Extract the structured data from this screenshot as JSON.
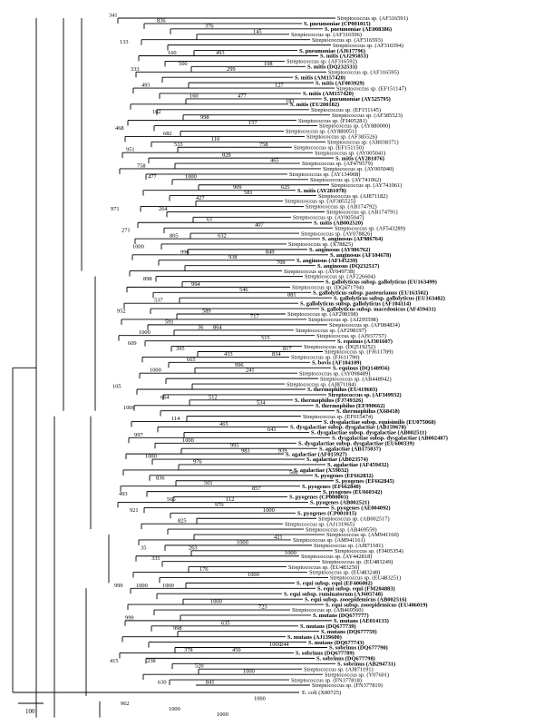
{
  "figure": {
    "scale_label": "100",
    "leaves": [
      {
        "label": "Streptococcus sp. (AF316591)",
        "bold": false
      },
      {
        "label": "S. pneumoniae (CP001015)",
        "bold": true
      },
      {
        "label": "S. pneumoniae (AE008386)",
        "bold": true
      },
      {
        "label": "Streptococcus sp. (AF316596)",
        "bold": false
      },
      {
        "label": "Streptococcus sp. (AF316593)",
        "bold": false
      },
      {
        "label": "Streptococcus sp. (AF316594)",
        "bold": false
      },
      {
        "label": "S. pneumoniae (AJ617796)",
        "bold": true
      },
      {
        "label": "S. mitis (AJ295853)",
        "bold": true
      },
      {
        "label": "Streptococcus sp. (AF316592)",
        "bold": false
      },
      {
        "label": "S. mitis (DQ232533)",
        "bold": true
      },
      {
        "label": "Streptococcus sp. (AF316595)",
        "bold": false
      },
      {
        "label": "S. mitis (AM157420)",
        "bold": true
      },
      {
        "label": "S. mitis (AF003929)",
        "bold": true
      },
      {
        "label": "Streptococcus sp. (EF151147)",
        "bold": false
      },
      {
        "label": "S. mitis (AM157420)",
        "bold": true
      },
      {
        "label": "S. pneumoniae (AY525795)",
        "bold": true
      },
      {
        "label": "S. mitis (EU200182)",
        "bold": true
      },
      {
        "label": "Streptococcus sp. (EF151145)",
        "bold": false
      },
      {
        "label": "Streptococcus sp. (AF385523)",
        "bold": false
      },
      {
        "label": "Streptococcus sp. (FJ405281)",
        "bold": false
      },
      {
        "label": "Streptococcus sp. (AY880000)",
        "bold": false
      },
      {
        "label": "Streptococcus sp. (AY880051)",
        "bold": false
      },
      {
        "label": "Streptococcus sp. (AF385526)",
        "bold": false
      },
      {
        "label": "Streptococcus sp. (AB038371)",
        "bold": false
      },
      {
        "label": "Streptococcus sp. (EF151150)",
        "bold": false
      },
      {
        "label": "Streptococcus sp. (AY005041)",
        "bold": false
      },
      {
        "label": "S. mitis (AY281076)",
        "bold": true
      },
      {
        "label": "Streptococcus sp. (AF479579)",
        "bold": false
      },
      {
        "label": "Streptococcus sp. (AY005040)",
        "bold": false
      },
      {
        "label": "Streptococcus sp. (AY134908)",
        "bold": false
      },
      {
        "label": "Streptococcus sp. (AY741062)",
        "bold": false
      },
      {
        "label": "Streptococcus sp. (AY741061)",
        "bold": false
      },
      {
        "label": "S. mitis (AY281078)",
        "bold": true
      },
      {
        "label": "Streptococcus sp. (AJ871182)",
        "bold": false
      },
      {
        "label": "Streptococcus sp. (AF385525)",
        "bold": false
      },
      {
        "label": "Streptococcus sp. (AB174792)",
        "bold": false
      },
      {
        "label": "Streptococcus sp. (AB174791)",
        "bold": false
      },
      {
        "label": "Streptococcus sp. (AY005047)",
        "bold": false
      },
      {
        "label": "S. mitis (AB002520)",
        "bold": true
      },
      {
        "label": "Streptococcus sp. (AF543289)",
        "bold": false
      },
      {
        "label": "Streptococcus sp. (AY078826)",
        "bold": false
      },
      {
        "label": "S. anginosus (AF986764)",
        "bold": true
      },
      {
        "label": "Streptococcus sp. (X78825)",
        "bold": false
      },
      {
        "label": "S. anginosus (AY986762)",
        "bold": true
      },
      {
        "label": "S. anginosus (AF104678)",
        "bold": true
      },
      {
        "label": "S. anginosus (AF145239)",
        "bold": true
      },
      {
        "label": "S. anginosus (DQ232517)",
        "bold": true
      },
      {
        "label": "Streptococcus sp. (AY049738)",
        "bold": false
      },
      {
        "label": "Streptococcus sp. (AF226604)",
        "bold": false
      },
      {
        "label": "S. gallolyticus subsp. gallolyticus (EU163499)",
        "bold": true
      },
      {
        "label": "Streptococcus sp. (DQ471794)",
        "bold": false
      },
      {
        "label": "S. gallolyticus subsp. pasteurianus (EU163502)",
        "bold": true
      },
      {
        "label": "S. gallolyticus subsp. gallolyticus (EU163482)",
        "bold": true
      },
      {
        "label": "S. gallolyticus subsp. gallolyticus (AF104114)",
        "bold": true
      },
      {
        "label": "S. gallolyticus subsp. macedonicus (AF459431)",
        "bold": true
      },
      {
        "label": "Streptococcus sp. (AF298198)",
        "bold": false
      },
      {
        "label": "Streptococcus sp. (AJ295598)",
        "bold": false
      },
      {
        "label": "Streptococcus sp. (AF084834)",
        "bold": false
      },
      {
        "label": "Streptococcus sp. (AF298197)",
        "bold": false
      },
      {
        "label": "Streptococcus sp. (AJ937757)",
        "bold": false
      },
      {
        "label": "S. equinus (AJ301607)",
        "bold": true
      },
      {
        "label": "Streptococcus sp. (DQ519252)",
        "bold": false
      },
      {
        "label": "Streptococcus sp. (FJ611789)",
        "bold": false
      },
      {
        "label": "Streptococcus sp. (FJ611790)",
        "bold": false
      },
      {
        "label": "S. bovis (AF104109)",
        "bold": true
      },
      {
        "label": "S. equinus (DQ148956)",
        "bold": true
      },
      {
        "label": "Streptococcus sp. (AY098489)",
        "bold": false
      },
      {
        "label": "Streptococcus sp. (AB448942)",
        "bold": false
      },
      {
        "label": "Streptococcus sp. (AJ871184)",
        "bold": false
      },
      {
        "label": "S. thermophilus (EU419603)",
        "bold": true
      },
      {
        "label": "Streptococcus sp. (AF349932)",
        "bold": true
      },
      {
        "label": "S. thermophilus (FJ749326)",
        "bold": true
      },
      {
        "label": "S. thermophilus (EF990662)",
        "bold": true
      },
      {
        "label": "S. thermophilus (X68418)",
        "bold": true
      },
      {
        "label": "Streptococcus sp. (EF015474)",
        "bold": false
      },
      {
        "label": "S. dysgalactiae subsp. equisimilis (EU075068)",
        "bold": true
      },
      {
        "label": "S. dysgalactiae subsp. dysgalactiae (AB159678)",
        "bold": true
      },
      {
        "label": "S. dysgalactiae subsp. dysgalactiae (AB002511)",
        "bold": true
      },
      {
        "label": "S. dysgalactiae subsp. dysgalactiae (AB002487)",
        "bold": true
      },
      {
        "label": "S. dysgalactiae subsp. dysgalactiae (EU600339)",
        "bold": true
      },
      {
        "label": "S. agalactiae (AB175037)",
        "bold": true
      },
      {
        "label": "S. agalactiae (AF015927)",
        "bold": true
      },
      {
        "label": "S. agalactiae (AB023574)",
        "bold": true
      },
      {
        "label": "S. agalactiae (AF459432)",
        "bold": true
      },
      {
        "label": "S. agalactiae (X59032)",
        "bold": true
      },
      {
        "label": "S. pyogenes (EF662832)",
        "bold": true
      },
      {
        "label": "S. pyogenes (EF662845)",
        "bold": true
      },
      {
        "label": "S. pyogenes (EF662840)",
        "bold": true
      },
      {
        "label": "S. pyogenes (EU660342)",
        "bold": true
      },
      {
        "label": "S. pyogenes (CP000003)",
        "bold": true
      },
      {
        "label": "S. pyogenes (AB002521)",
        "bold": true
      },
      {
        "label": "S. pyogenes (AE004092)",
        "bold": true
      },
      {
        "label": "S. pyogenes (CP001015)",
        "bold": true
      },
      {
        "label": "Streptococcus sp. (AB002517)",
        "bold": false
      },
      {
        "label": "Streptococcus sp. (AJ131965)",
        "bold": false
      },
      {
        "label": "Streptococcus sp. (AB469559)",
        "bold": false
      },
      {
        "label": "Streptococcus sp. (AM941160)",
        "bold": false
      },
      {
        "label": "Streptococcus sp. (AM941161)",
        "bold": false
      },
      {
        "label": "Streptococcus sp. (AJ871181)",
        "bold": false
      },
      {
        "label": "Streptococcus sp. (FJ405354)",
        "bold": false
      },
      {
        "label": "Streptococcus sp. (AY442818)",
        "bold": false
      },
      {
        "label": "Streptococcus sp. (EU483249)",
        "bold": false
      },
      {
        "label": "Streptococcus sp. (EU483250)",
        "bold": false
      },
      {
        "label": "Streptococcus sp. (EU483248)",
        "bold": false
      },
      {
        "label": "Streptococcus sp. (EU483251)",
        "bold": false
      },
      {
        "label": "S. equi subsp. equi (EF406002)",
        "bold": true
      },
      {
        "label": "S. equi subsp. equi (FM204883)",
        "bold": true
      },
      {
        "label": "S. equi subsp. ruminatorum (AJ605748)",
        "bold": true
      },
      {
        "label": "S. equi subsp. zooepidemicus (AB002516)",
        "bold": true
      },
      {
        "label": "S. equi subsp. zooepidemicus (EU406019)",
        "bold": true
      },
      {
        "label": "Streptococcus sp. (AB469560)",
        "bold": false
      },
      {
        "label": "S. mutans (DQ677777)",
        "bold": true
      },
      {
        "label": "S. mutans (AE014133)",
        "bold": true
      },
      {
        "label": "S. mutans (DQ677739)",
        "bold": true
      },
      {
        "label": "S. mutans (DQ677759)",
        "bold": true
      },
      {
        "label": "S. mutans (AJ139600)",
        "bold": true
      },
      {
        "label": "S. mutans (DQ677743)",
        "bold": true
      },
      {
        "label": "S. sobrinus (DQ677790)",
        "bold": true
      },
      {
        "label": "S. sobrinus (DQ677789)",
        "bold": true
      },
      {
        "label": "S. sobrinus (DQ677798)",
        "bold": true
      },
      {
        "label": "S. sobrinus (AB294731)",
        "bold": true
      },
      {
        "label": "Streptococcus sp. (AJ871191)",
        "bold": false
      },
      {
        "label": "Streptococcus sp. (Y07601)",
        "bold": false
      },
      {
        "label": "Streptococcus sp. (FN377818)",
        "bold": false
      },
      {
        "label": "Streptococcus sp. (FN377819)",
        "bold": false
      }
    ],
    "outgroup": "E. coli (X80725)",
    "bootstrap": [
      {
        "label": "341",
        "leaf": 0
      },
      {
        "label": "836",
        "leaf": 1
      },
      {
        "label": "376",
        "leaf": 2
      },
      {
        "label": "145",
        "leaf": 3
      },
      {
        "label": "133",
        "leaf": 5
      },
      {
        "label": "160",
        "leaf": 7
      },
      {
        "label": "493",
        "leaf": 7
      },
      {
        "label": "108",
        "leaf": 9
      },
      {
        "label": "333",
        "leaf": 10
      },
      {
        "label": "500",
        "leaf": 9
      },
      {
        "label": "299",
        "leaf": 10
      },
      {
        "label": "127",
        "leaf": 13
      },
      {
        "label": "493",
        "leaf": 13
      },
      {
        "label": "160",
        "leaf": 15
      },
      {
        "label": "477",
        "leaf": 15
      },
      {
        "label": "183",
        "leaf": 16
      },
      {
        "label": "162",
        "leaf": 18
      },
      {
        "label": "998",
        "leaf": 19
      },
      {
        "label": "157",
        "leaf": 20
      },
      {
        "label": "468",
        "leaf": 21
      },
      {
        "label": "682",
        "leaf": 22
      },
      {
        "label": "110",
        "leaf": 23
      },
      {
        "label": "758",
        "leaf": 24
      },
      {
        "label": "951",
        "leaf": 25
      },
      {
        "label": "533",
        "leaf": 24
      },
      {
        "label": "828",
        "leaf": 26
      },
      {
        "label": "465",
        "leaf": 27
      },
      {
        "label": "758",
        "leaf": 28
      },
      {
        "label": "1000",
        "leaf": 30
      },
      {
        "label": "909",
        "leaf": 32
      },
      {
        "label": "625",
        "leaf": 32
      },
      {
        "label": "477",
        "leaf": 30
      },
      {
        "label": "427",
        "leaf": 34
      },
      {
        "label": "581",
        "leaf": 33
      },
      {
        "label": "971",
        "leaf": 36
      },
      {
        "label": "264",
        "leaf": 36
      },
      {
        "label": "61",
        "leaf": 38
      },
      {
        "label": "407",
        "leaf": 39
      },
      {
        "label": "271",
        "leaf": 40
      },
      {
        "label": "805",
        "leaf": 41
      },
      {
        "label": "632",
        "leaf": 41
      },
      {
        "label": "849",
        "leaf": 44
      },
      {
        "label": "1000",
        "leaf": 43
      },
      {
        "label": "996",
        "leaf": 44
      },
      {
        "label": "938",
        "leaf": 45
      },
      {
        "label": "709",
        "leaf": 46
      },
      {
        "label": "898",
        "leaf": 49
      },
      {
        "label": "994",
        "leaf": 50
      },
      {
        "label": "546",
        "leaf": 51
      },
      {
        "label": "881",
        "leaf": 52
      },
      {
        "label": "537",
        "leaf": 53
      },
      {
        "label": "589",
        "leaf": 55
      },
      {
        "label": "717",
        "leaf": 56
      },
      {
        "label": "952",
        "leaf": 55
      },
      {
        "label": "591",
        "leaf": 57
      },
      {
        "label": "864",
        "leaf": 58
      },
      {
        "label": "515",
        "leaf": 60
      },
      {
        "label": "609",
        "leaf": 61
      },
      {
        "label": "395",
        "leaf": 62
      },
      {
        "label": "433",
        "leaf": 63
      },
      {
        "label": "834",
        "leaf": 63
      },
      {
        "label": "1000",
        "leaf": 59
      },
      {
        "label": "665",
        "leaf": 64
      },
      {
        "label": "996",
        "leaf": 65
      },
      {
        "label": "817",
        "leaf": 62
      },
      {
        "label": "1000",
        "leaf": 66
      },
      {
        "label": "36",
        "leaf": 58
      },
      {
        "label": "241",
        "leaf": 66
      },
      {
        "label": "105",
        "leaf": 69
      },
      {
        "label": "664",
        "leaf": 71
      },
      {
        "label": "512",
        "leaf": 71
      },
      {
        "label": "534",
        "leaf": 72
      },
      {
        "label": "1000",
        "leaf": 73
      },
      {
        "label": "114",
        "leaf": 75
      },
      {
        "label": "465",
        "leaf": 76
      },
      {
        "label": "641",
        "leaf": 77
      },
      {
        "label": "997",
        "leaf": 78
      },
      {
        "label": "1000",
        "leaf": 79
      },
      {
        "label": "995",
        "leaf": 80
      },
      {
        "label": "939",
        "leaf": 81
      },
      {
        "label": "1000",
        "leaf": 82
      },
      {
        "label": "976",
        "leaf": 83
      },
      {
        "label": "983",
        "leaf": 81
      },
      {
        "label": "566",
        "leaf": 85
      },
      {
        "label": "836",
        "leaf": 86
      },
      {
        "label": "501",
        "leaf": 87
      },
      {
        "label": "857",
        "leaf": 88
      },
      {
        "label": "493",
        "leaf": 89
      },
      {
        "label": "566",
        "leaf": 90
      },
      {
        "label": "970",
        "leaf": 91
      },
      {
        "label": "1000",
        "leaf": 92
      },
      {
        "label": "921",
        "leaf": 92
      },
      {
        "label": "825",
        "leaf": 94
      },
      {
        "label": "112",
        "leaf": 90
      },
      {
        "label": "421",
        "leaf": 97
      },
      {
        "label": "35",
        "leaf": 99
      },
      {
        "label": "263",
        "leaf": 99
      },
      {
        "label": "1000",
        "leaf": 98
      },
      {
        "label": "1000",
        "leaf": 100
      },
      {
        "label": "335",
        "leaf": 101
      },
      {
        "label": "176",
        "leaf": 103
      },
      {
        "label": "1000",
        "leaf": 104
      },
      {
        "label": "999",
        "leaf": 106
      },
      {
        "label": "1000",
        "leaf": 106
      },
      {
        "label": "1000",
        "leaf": 109
      },
      {
        "label": "723",
        "leaf": 110
      },
      {
        "label": "999",
        "leaf": 112
      },
      {
        "label": "998",
        "leaf": 114
      },
      {
        "label": "635",
        "leaf": 113
      },
      {
        "label": "1000",
        "leaf": 117
      },
      {
        "label": "1000",
        "leaf": 106
      },
      {
        "label": "378",
        "leaf": 118
      },
      {
        "label": "450",
        "leaf": 118
      },
      {
        "label": "244",
        "leaf": 117
      },
      {
        "label": "238",
        "leaf": 120
      },
      {
        "label": "520",
        "leaf": 121
      },
      {
        "label": "1000",
        "leaf": 122
      },
      {
        "label": "415",
        "leaf": 120
      },
      {
        "label": "630",
        "leaf": 124
      },
      {
        "label": "841",
        "leaf": 124
      },
      {
        "label": "1000",
        "leaf": 127
      },
      {
        "label": "962",
        "leaf": 128
      },
      {
        "label": "1000",
        "leaf": 129
      },
      {
        "label": "1000",
        "leaf": 130
      }
    ]
  }
}
